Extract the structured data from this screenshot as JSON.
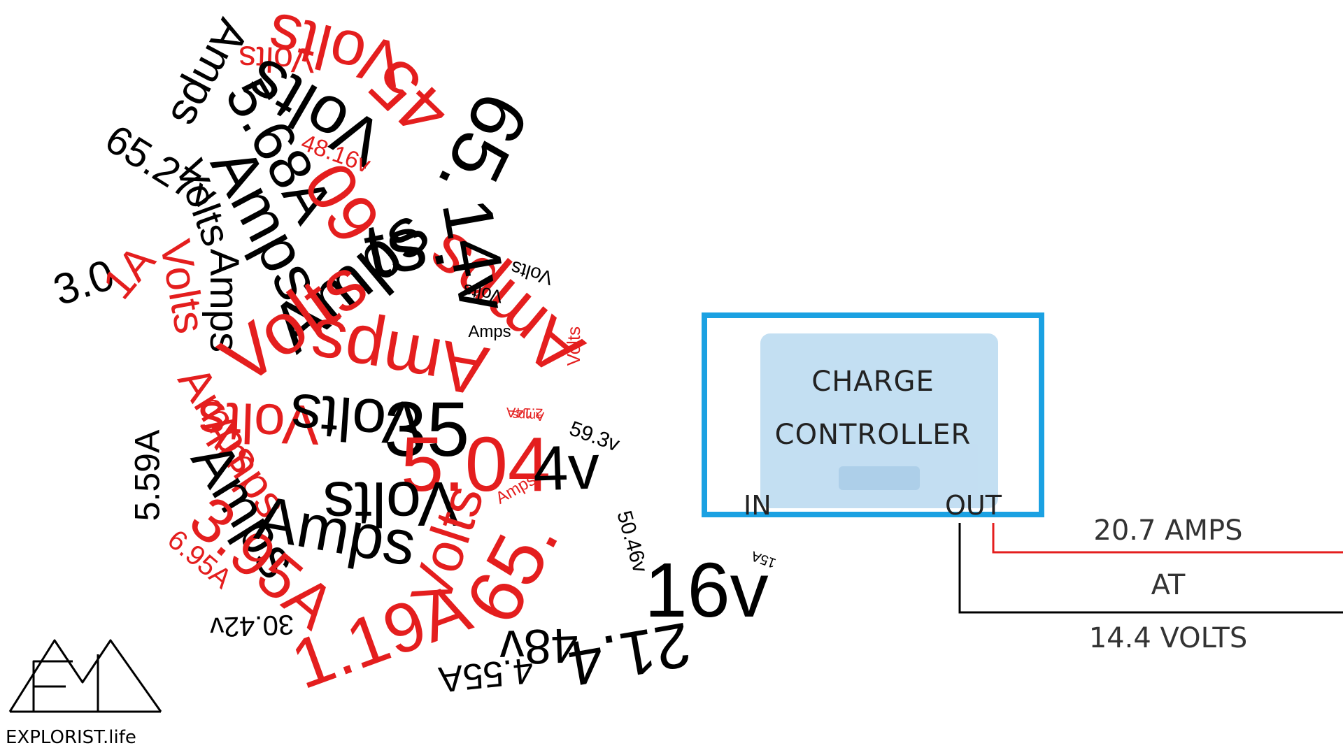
{
  "colors": {
    "red": "#e41e1e",
    "black": "#000000",
    "box_border": "#1ba1e2"
  },
  "word_cloud": [
    {
      "text": "Amps",
      "color": "black"
    },
    {
      "text": "Volts",
      "color": "red"
    },
    {
      "text": "Volts",
      "color": "black"
    },
    {
      "text": "Volts",
      "color": "red"
    },
    {
      "text": "5.68A",
      "color": "black"
    },
    {
      "text": "48.16v",
      "color": "red"
    },
    {
      "text": "45",
      "color": "red"
    },
    {
      "text": "65.",
      "color": "black"
    },
    {
      "text": "65.27v",
      "color": "black"
    },
    {
      "text": "Volts",
      "color": "black"
    },
    {
      "text": "Amps",
      "color": "black"
    },
    {
      "text": "60",
      "color": "red"
    },
    {
      "text": "Amps",
      "color": "black"
    },
    {
      "text": "3.0",
      "color": "black"
    },
    {
      "text": "1A",
      "color": "red"
    },
    {
      "text": "Volts",
      "color": "red"
    },
    {
      "text": "Amps",
      "color": "black"
    },
    {
      "text": "Amps",
      "color": "red"
    },
    {
      "text": "Volts",
      "color": "red"
    },
    {
      "text": "ts.",
      "color": "black"
    },
    {
      "text": "14v",
      "color": "black"
    },
    {
      "text": "Volts",
      "color": "black"
    },
    {
      "text": "Volts",
      "color": "black"
    },
    {
      "text": "Amps",
      "color": "black"
    },
    {
      "text": "Amps",
      "color": "red"
    },
    {
      "text": "Volts",
      "color": "red"
    },
    {
      "text": "Amps",
      "color": "red"
    },
    {
      "text": "2.14A",
      "color": "red"
    },
    {
      "text": "Amps",
      "color": "red"
    },
    {
      "text": "Volts",
      "color": "red"
    },
    {
      "text": "Volts",
      "color": "black"
    },
    {
      "text": "35",
      "color": "black"
    },
    {
      "text": "5.59A",
      "color": "black"
    },
    {
      "text": "Amps",
      "color": "red"
    },
    {
      "text": "5.04",
      "color": "red"
    },
    {
      "text": "4v",
      "color": "black"
    },
    {
      "text": "59.3v",
      "color": "black"
    },
    {
      "text": "Volts",
      "color": "black"
    },
    {
      "text": "Amps",
      "color": "red"
    },
    {
      "text": "Amps",
      "color": "black"
    },
    {
      "text": "3.95A",
      "color": "red"
    },
    {
      "text": "Amps",
      "color": "black"
    },
    {
      "text": "65.",
      "color": "red"
    },
    {
      "text": "50.46v",
      "color": "black"
    },
    {
      "text": "Volts",
      "color": "red"
    },
    {
      "text": "16v",
      "color": "black"
    },
    {
      "text": "6.95A",
      "color": "red"
    },
    {
      "text": "1.19A",
      "color": "red"
    },
    {
      "text": "30.42v",
      "color": "black"
    },
    {
      "text": "48v",
      "color": "black"
    },
    {
      "text": "21.4",
      "color": "black"
    },
    {
      "text": "4.55A",
      "color": "black"
    },
    {
      "text": "15A",
      "color": "black"
    }
  ],
  "charge_controller": {
    "line1": "CHARGE",
    "line2": "CONTROLLER",
    "in_label": "IN",
    "out_label": "OUT"
  },
  "output_labels": {
    "amps": "20.7 AMPS",
    "at": "AT",
    "volts": "14.4 VOLTS"
  },
  "logo": {
    "text": "EXPLORIST.life"
  }
}
